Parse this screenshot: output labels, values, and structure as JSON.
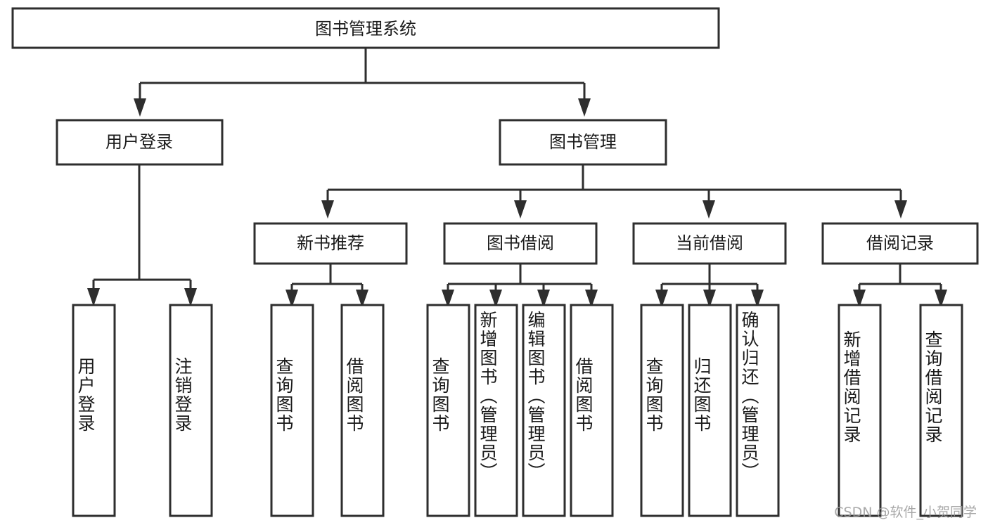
{
  "diagram": {
    "type": "tree-hierarchy",
    "orientation": "top-down",
    "root": {
      "id": "root",
      "label": "图书管理系统"
    },
    "level2": [
      {
        "id": "user-login",
        "label": "用户登录"
      },
      {
        "id": "book-management",
        "label": "图书管理"
      }
    ],
    "level3": [
      {
        "id": "new-book-recommend",
        "label": "新书推荐"
      },
      {
        "id": "book-borrow",
        "label": "图书借阅"
      },
      {
        "id": "current-borrow",
        "label": "当前借阅"
      },
      {
        "id": "borrow-record",
        "label": "借阅记录"
      }
    ],
    "leaves": {
      "user_login": [
        {
          "id": "leaf-user-login",
          "label": "用户登录"
        },
        {
          "id": "leaf-logout",
          "label": "注销登录"
        }
      ],
      "new_book_recommend": [
        {
          "id": "leaf-query-book-1",
          "label": "查询图书"
        },
        {
          "id": "leaf-borrow-book-1",
          "label": "借阅图书"
        }
      ],
      "book_borrow": [
        {
          "id": "leaf-query-book-2",
          "label": "查询图书"
        },
        {
          "id": "leaf-add-book",
          "label": "新增图书（管理员）"
        },
        {
          "id": "leaf-edit-book",
          "label": "编辑图书（管理员）"
        },
        {
          "id": "leaf-borrow-book-2",
          "label": "借阅图书"
        }
      ],
      "current_borrow": [
        {
          "id": "leaf-query-book-3",
          "label": "查询图书"
        },
        {
          "id": "leaf-return-book",
          "label": "归还图书"
        },
        {
          "id": "leaf-confirm-return",
          "label": "确认归还（管理员）"
        }
      ],
      "borrow_record": [
        {
          "id": "leaf-add-record",
          "label": "新增借阅记录"
        },
        {
          "id": "leaf-query-record",
          "label": "查询借阅记录"
        }
      ]
    },
    "colors": {
      "box_fill": "#ffffff",
      "box_stroke": "#2e2e2e",
      "text": "#1a1a1a",
      "background": "#ffffff",
      "watermark": "#9a9a9a"
    }
  },
  "watermark": {
    "text": "CSDN @软件_小贺同学"
  }
}
